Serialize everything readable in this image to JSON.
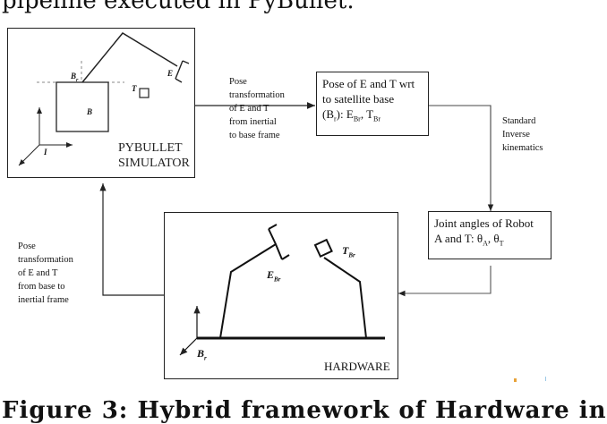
{
  "caption_top": "pipeline executed in PyBullet.",
  "caption_bottom": "Figure 3: Hybrid framework of Hardware in",
  "simulator_box": {
    "title_line1": "PYBULLET",
    "title_line2": "SIMULATOR",
    "labels": {
      "base": "B",
      "base_frame": "Br",
      "end_effector": "E",
      "target": "T",
      "inertial": "I"
    }
  },
  "edge_sim_to_pose": {
    "lines": [
      "Pose",
      "transformation",
      "of E and T",
      "from inertial",
      "to base frame"
    ]
  },
  "pose_box": {
    "line1": "Pose of E and T wrt",
    "line2": "to satellite base",
    "line3_prefix": "(B",
    "line3_sub": "r",
    "line3_mid": "): E",
    "line3_sub2": "Br",
    "line3_sep": ", T",
    "line3_sub3": "Br"
  },
  "edge_pose_to_joint": {
    "lines": [
      "Standard",
      "Inverse",
      "kinematics"
    ]
  },
  "joint_box": {
    "line1": "Joint angles of Robot",
    "line2_prefix": "A and T: θ",
    "line2_sub1": "A",
    "line2_sep": ", θ",
    "line2_sub2": "T"
  },
  "edge_hw_to_sim": {
    "lines": [
      "Pose",
      "transformation",
      "of E and T",
      "from base to",
      "inertial frame"
    ]
  },
  "hardware_box": {
    "title": "HARDWARE",
    "labels": {
      "end_effector": "E",
      "end_effector_sub": "Br",
      "target": "T",
      "target_sub": "Br",
      "base": "B",
      "base_sub": "r"
    }
  },
  "colors": {
    "stroke": "#222222",
    "dashed": "#888888",
    "speck_orange": "#e8a33a",
    "speck_blue": "#9cc9e6"
  }
}
